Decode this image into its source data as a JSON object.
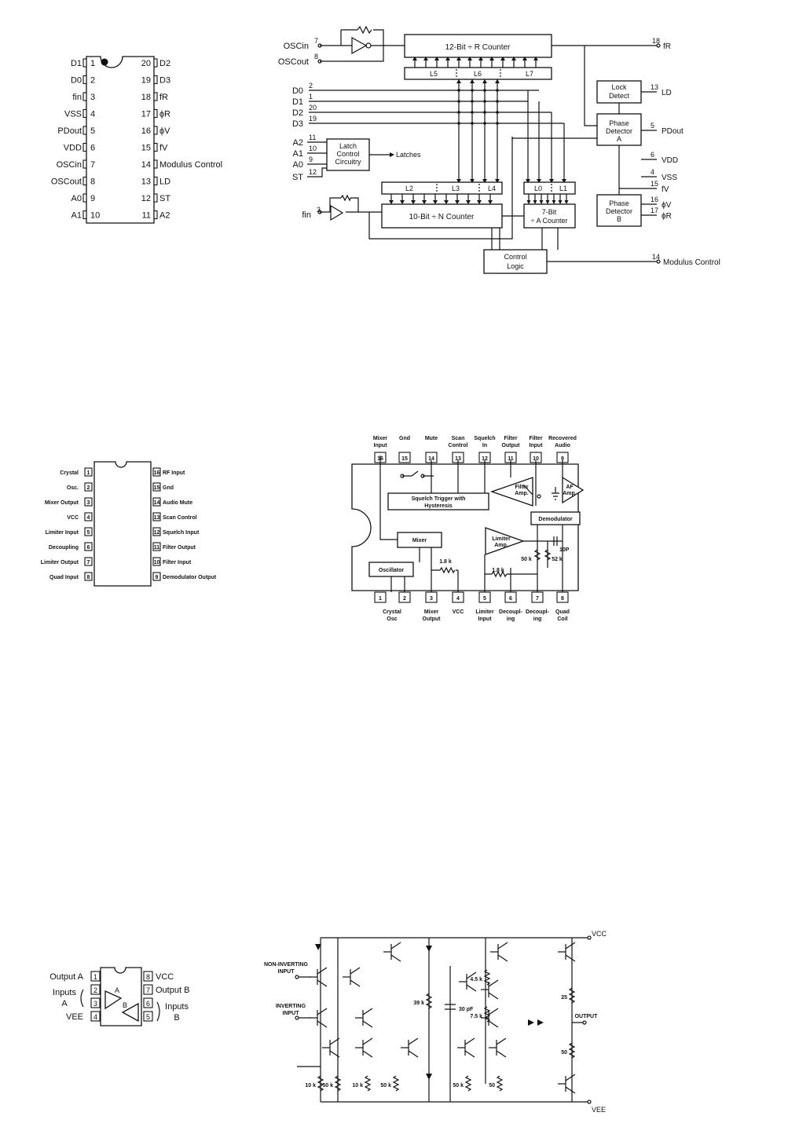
{
  "pll_pinout": {
    "left_pins": [
      {
        "num": "1",
        "name": "D1"
      },
      {
        "num": "2",
        "name": "D0"
      },
      {
        "num": "3",
        "name": "fin"
      },
      {
        "num": "4",
        "name": "VSS"
      },
      {
        "num": "5",
        "name": "PDout"
      },
      {
        "num": "6",
        "name": "VDD"
      },
      {
        "num": "7",
        "name": "OSCin"
      },
      {
        "num": "8",
        "name": "OSCout"
      },
      {
        "num": "9",
        "name": "A0"
      },
      {
        "num": "10",
        "name": "A1"
      }
    ],
    "right_pins": [
      {
        "num": "20",
        "name": "D2"
      },
      {
        "num": "19",
        "name": "D3"
      },
      {
        "num": "18",
        "name": "fR"
      },
      {
        "num": "17",
        "name": "ϕR"
      },
      {
        "num": "16",
        "name": "ϕV"
      },
      {
        "num": "15",
        "name": "fV"
      },
      {
        "num": "14",
        "name": "Modulus Control"
      },
      {
        "num": "13",
        "name": "LD"
      },
      {
        "num": "12",
        "name": "ST"
      },
      {
        "num": "11",
        "name": "A2"
      }
    ]
  },
  "pll_block": {
    "r_counter": "12-Bit ÷ R Counter",
    "r_latches": [
      "L5",
      "L6",
      "L7"
    ],
    "n_latches": [
      "L2",
      "L3",
      "L4"
    ],
    "a_latches": [
      "L0",
      "L1"
    ],
    "n_counter": "10-Bit ÷ N Counter",
    "a_counter": [
      "7-Bit",
      "÷ A Counter"
    ],
    "control_logic": [
      "Control",
      "Logic"
    ],
    "latch_control": [
      "Latch",
      "Control",
      "Circuitry"
    ],
    "latches_label": "Latches",
    "lock_detect": [
      "Lock",
      "Detect"
    ],
    "phase_a": [
      "Phase",
      "Detector",
      "A"
    ],
    "phase_b": [
      "Phase",
      "Detector",
      "B"
    ],
    "inputs": [
      {
        "name": "OSCin",
        "pin": "7"
      },
      {
        "name": "OSCout",
        "pin": "8"
      },
      {
        "name": "D0",
        "pin": "2"
      },
      {
        "name": "D1",
        "pin": "1"
      },
      {
        "name": "D2",
        "pin": "20"
      },
      {
        "name": "D3",
        "pin": "19"
      },
      {
        "name": "A2",
        "pin": "11"
      },
      {
        "name": "A1",
        "pin": "10"
      },
      {
        "name": "A0",
        "pin": "9"
      },
      {
        "name": "ST",
        "pin": "12"
      },
      {
        "name": "fin",
        "pin": "3"
      }
    ],
    "outputs": [
      {
        "name": "fR",
        "pin": "18"
      },
      {
        "name": "LD",
        "pin": "13"
      },
      {
        "name": "PDout",
        "pin": "5"
      },
      {
        "name": "VDD",
        "pin": "6"
      },
      {
        "name": "VSS",
        "pin": "4"
      },
      {
        "name": "fV",
        "pin": "15"
      },
      {
        "name": "ϕV",
        "pin": "16"
      },
      {
        "name": "ϕR",
        "pin": "17"
      },
      {
        "name": "Modulus Control",
        "pin": "14"
      }
    ]
  },
  "fm_pinout": {
    "left": [
      {
        "num": "1",
        "label": "Crystal"
      },
      {
        "num": "2",
        "label": "Osc."
      },
      {
        "num": "3",
        "label": "Mixer Output"
      },
      {
        "num": "4",
        "label": "VCC"
      },
      {
        "num": "5",
        "label": "Limiter Input"
      },
      {
        "num": "6",
        "label": "Decoupling"
      },
      {
        "num": "7",
        "label": "Limiter Output"
      },
      {
        "num": "8",
        "label": "Quad Input"
      }
    ],
    "right": [
      {
        "num": "16",
        "label": "RF Input"
      },
      {
        "num": "15",
        "label": "Gnd"
      },
      {
        "num": "14",
        "label": "Audio Mute"
      },
      {
        "num": "13",
        "label": "Scan Control"
      },
      {
        "num": "12",
        "label": "Squelch Input"
      },
      {
        "num": "11",
        "label": "Filter Output"
      },
      {
        "num": "10",
        "label": "Filter Input"
      },
      {
        "num": "9",
        "label": "Demodulator Output"
      }
    ]
  },
  "fm_block": {
    "top_pins": [
      {
        "num": "16",
        "l1": "Mixer",
        "l2": "Input"
      },
      {
        "num": "15",
        "l1": "Gnd",
        "l2": ""
      },
      {
        "num": "14",
        "l1": "Mute",
        "l2": ""
      },
      {
        "num": "13",
        "l1": "Scan",
        "l2": "Control"
      },
      {
        "num": "12",
        "l1": "Squelch",
        "l2": "In"
      },
      {
        "num": "11",
        "l1": "Filter",
        "l2": "Output"
      },
      {
        "num": "10",
        "l1": "Filter",
        "l2": "Input"
      },
      {
        "num": "9",
        "l1": "Recovered",
        "l2": "Audio"
      }
    ],
    "bottom_pins": [
      {
        "num": "1",
        "l1": "",
        "l2": ""
      },
      {
        "num": "2",
        "l1": "",
        "l2": ""
      },
      {
        "num": "3",
        "l1": "Mixer",
        "l2": "Output"
      },
      {
        "num": "4",
        "l1": "VCC",
        "l2": ""
      },
      {
        "num": "5",
        "l1": "Limiter",
        "l2": "Input"
      },
      {
        "num": "6",
        "l1": "Decoupl-",
        "l2": "ing"
      },
      {
        "num": "7",
        "l1": "Decoupl-",
        "l2": "ing"
      },
      {
        "num": "8",
        "l1": "Quad",
        "l2": "Coil"
      }
    ],
    "crystal_label": [
      "Crystal",
      "Osc"
    ],
    "squelch": [
      "Squelch Trigger with",
      "Hysteresis"
    ],
    "filter_amp": [
      "Filter",
      "Amp."
    ],
    "af_amp": [
      "AF",
      "Amp."
    ],
    "demodulator": "Demodulator",
    "mixer": "Mixer",
    "oscillator": "Oscillator",
    "limiter": [
      "Limiter",
      "Amp."
    ],
    "r1": "1.8 k",
    "r2": "1.8 k",
    "r3": "50 k",
    "r4": "52 k",
    "cap": "10P"
  },
  "opamp_pinout": {
    "left": [
      {
        "num": "1",
        "label": "Output A"
      },
      {
        "num": "2",
        "label": ""
      },
      {
        "num": "3",
        "label": ""
      },
      {
        "num": "4",
        "label": "VEE"
      }
    ],
    "right": [
      {
        "num": "8",
        "label": "VCC"
      },
      {
        "num": "7",
        "label": "Output B"
      },
      {
        "num": "6",
        "label": ""
      },
      {
        "num": "5",
        "label": ""
      }
    ],
    "inputs_a": [
      "Inputs",
      "A"
    ],
    "inputs_b": [
      "Inputs",
      "B"
    ],
    "amp_a": "A",
    "amp_b": "B"
  },
  "schematic": {
    "vcc": "VCC",
    "vee": "VEE",
    "noninv": [
      "NON-INVERTING",
      "INPUT"
    ],
    "inv": [
      "INVERTING",
      "INPUT"
    ],
    "output": "OUTPUT",
    "resistors": [
      "10 k",
      "50 k",
      "10 k",
      "50 k",
      "39 k",
      "4.5 k",
      "7.5 k",
      "50 k",
      "50",
      "25",
      "50"
    ],
    "cap": "30 pF"
  }
}
